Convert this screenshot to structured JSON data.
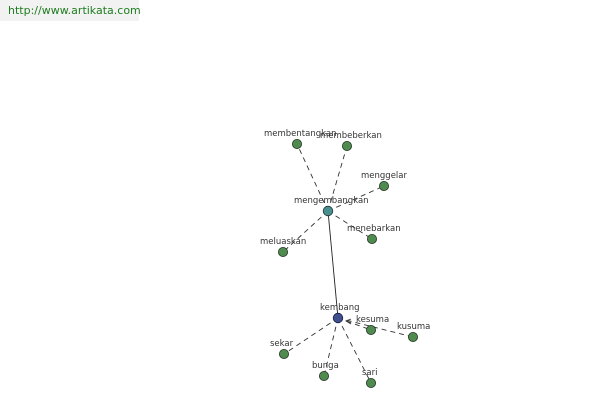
{
  "header": {
    "url": "http://www.artikata.com"
  },
  "graph": {
    "hubs": {
      "mengembangkan": "mengembangkan",
      "kembang": "kembang"
    },
    "leaves": {
      "membentangkan": "membentangkan",
      "membeberkan": "membeberkan",
      "menggelar": "menggelar",
      "menebarkan": "menebarkan",
      "meluaskan": "meluaskan",
      "kesuma": "kesuma",
      "kusuma": "kusuma",
      "sekar": "sekar",
      "bunga": "bunga",
      "sari": "sari"
    },
    "colors": {
      "leaf": "#4f8a4f",
      "hub_mengembangkan": "#4a8f8f",
      "hub_kembang": "#40508f"
    }
  }
}
